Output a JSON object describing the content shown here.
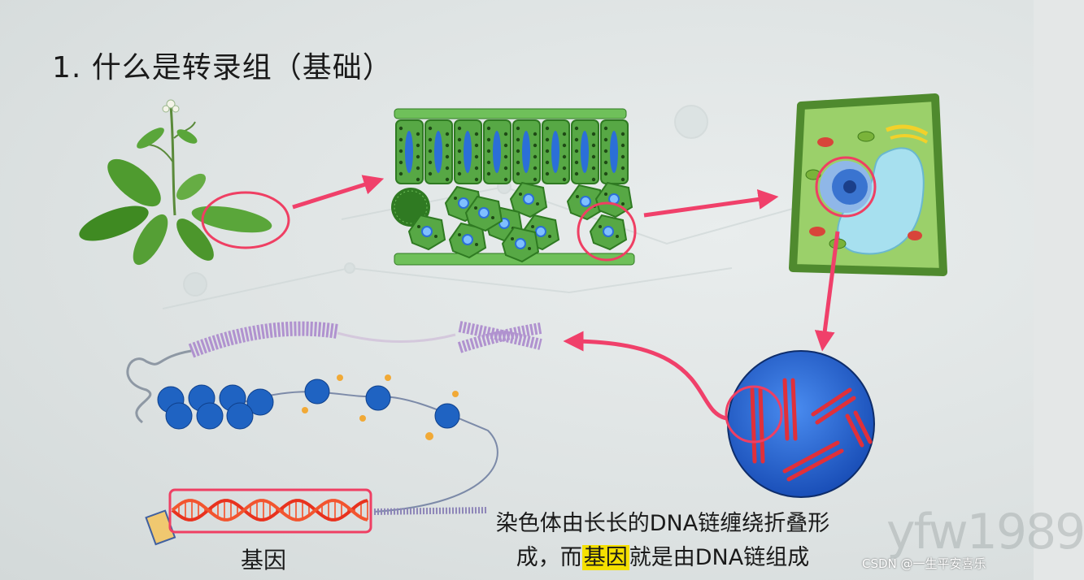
{
  "slide": {
    "title": "1. 什么是转录组（基础）",
    "gene_label": "基因",
    "caption_line1": "染色体由长长的DNA链缠绕折叠形",
    "caption_line2_a": "成，而",
    "caption_line2_highlight": "基因",
    "caption_line2_b": "就是由DNA链组成",
    "background_watermark": "yfw1989",
    "watermark": "CSDN @一生平安喜乐"
  },
  "colors": {
    "arrow": "#f0406a",
    "circle": "#ef3f63",
    "leaf_green": "#4f9b2f",
    "cell_green": "#57a845",
    "nucleus_blue": "#2b6fd8",
    "highlight": "#f5e000"
  }
}
